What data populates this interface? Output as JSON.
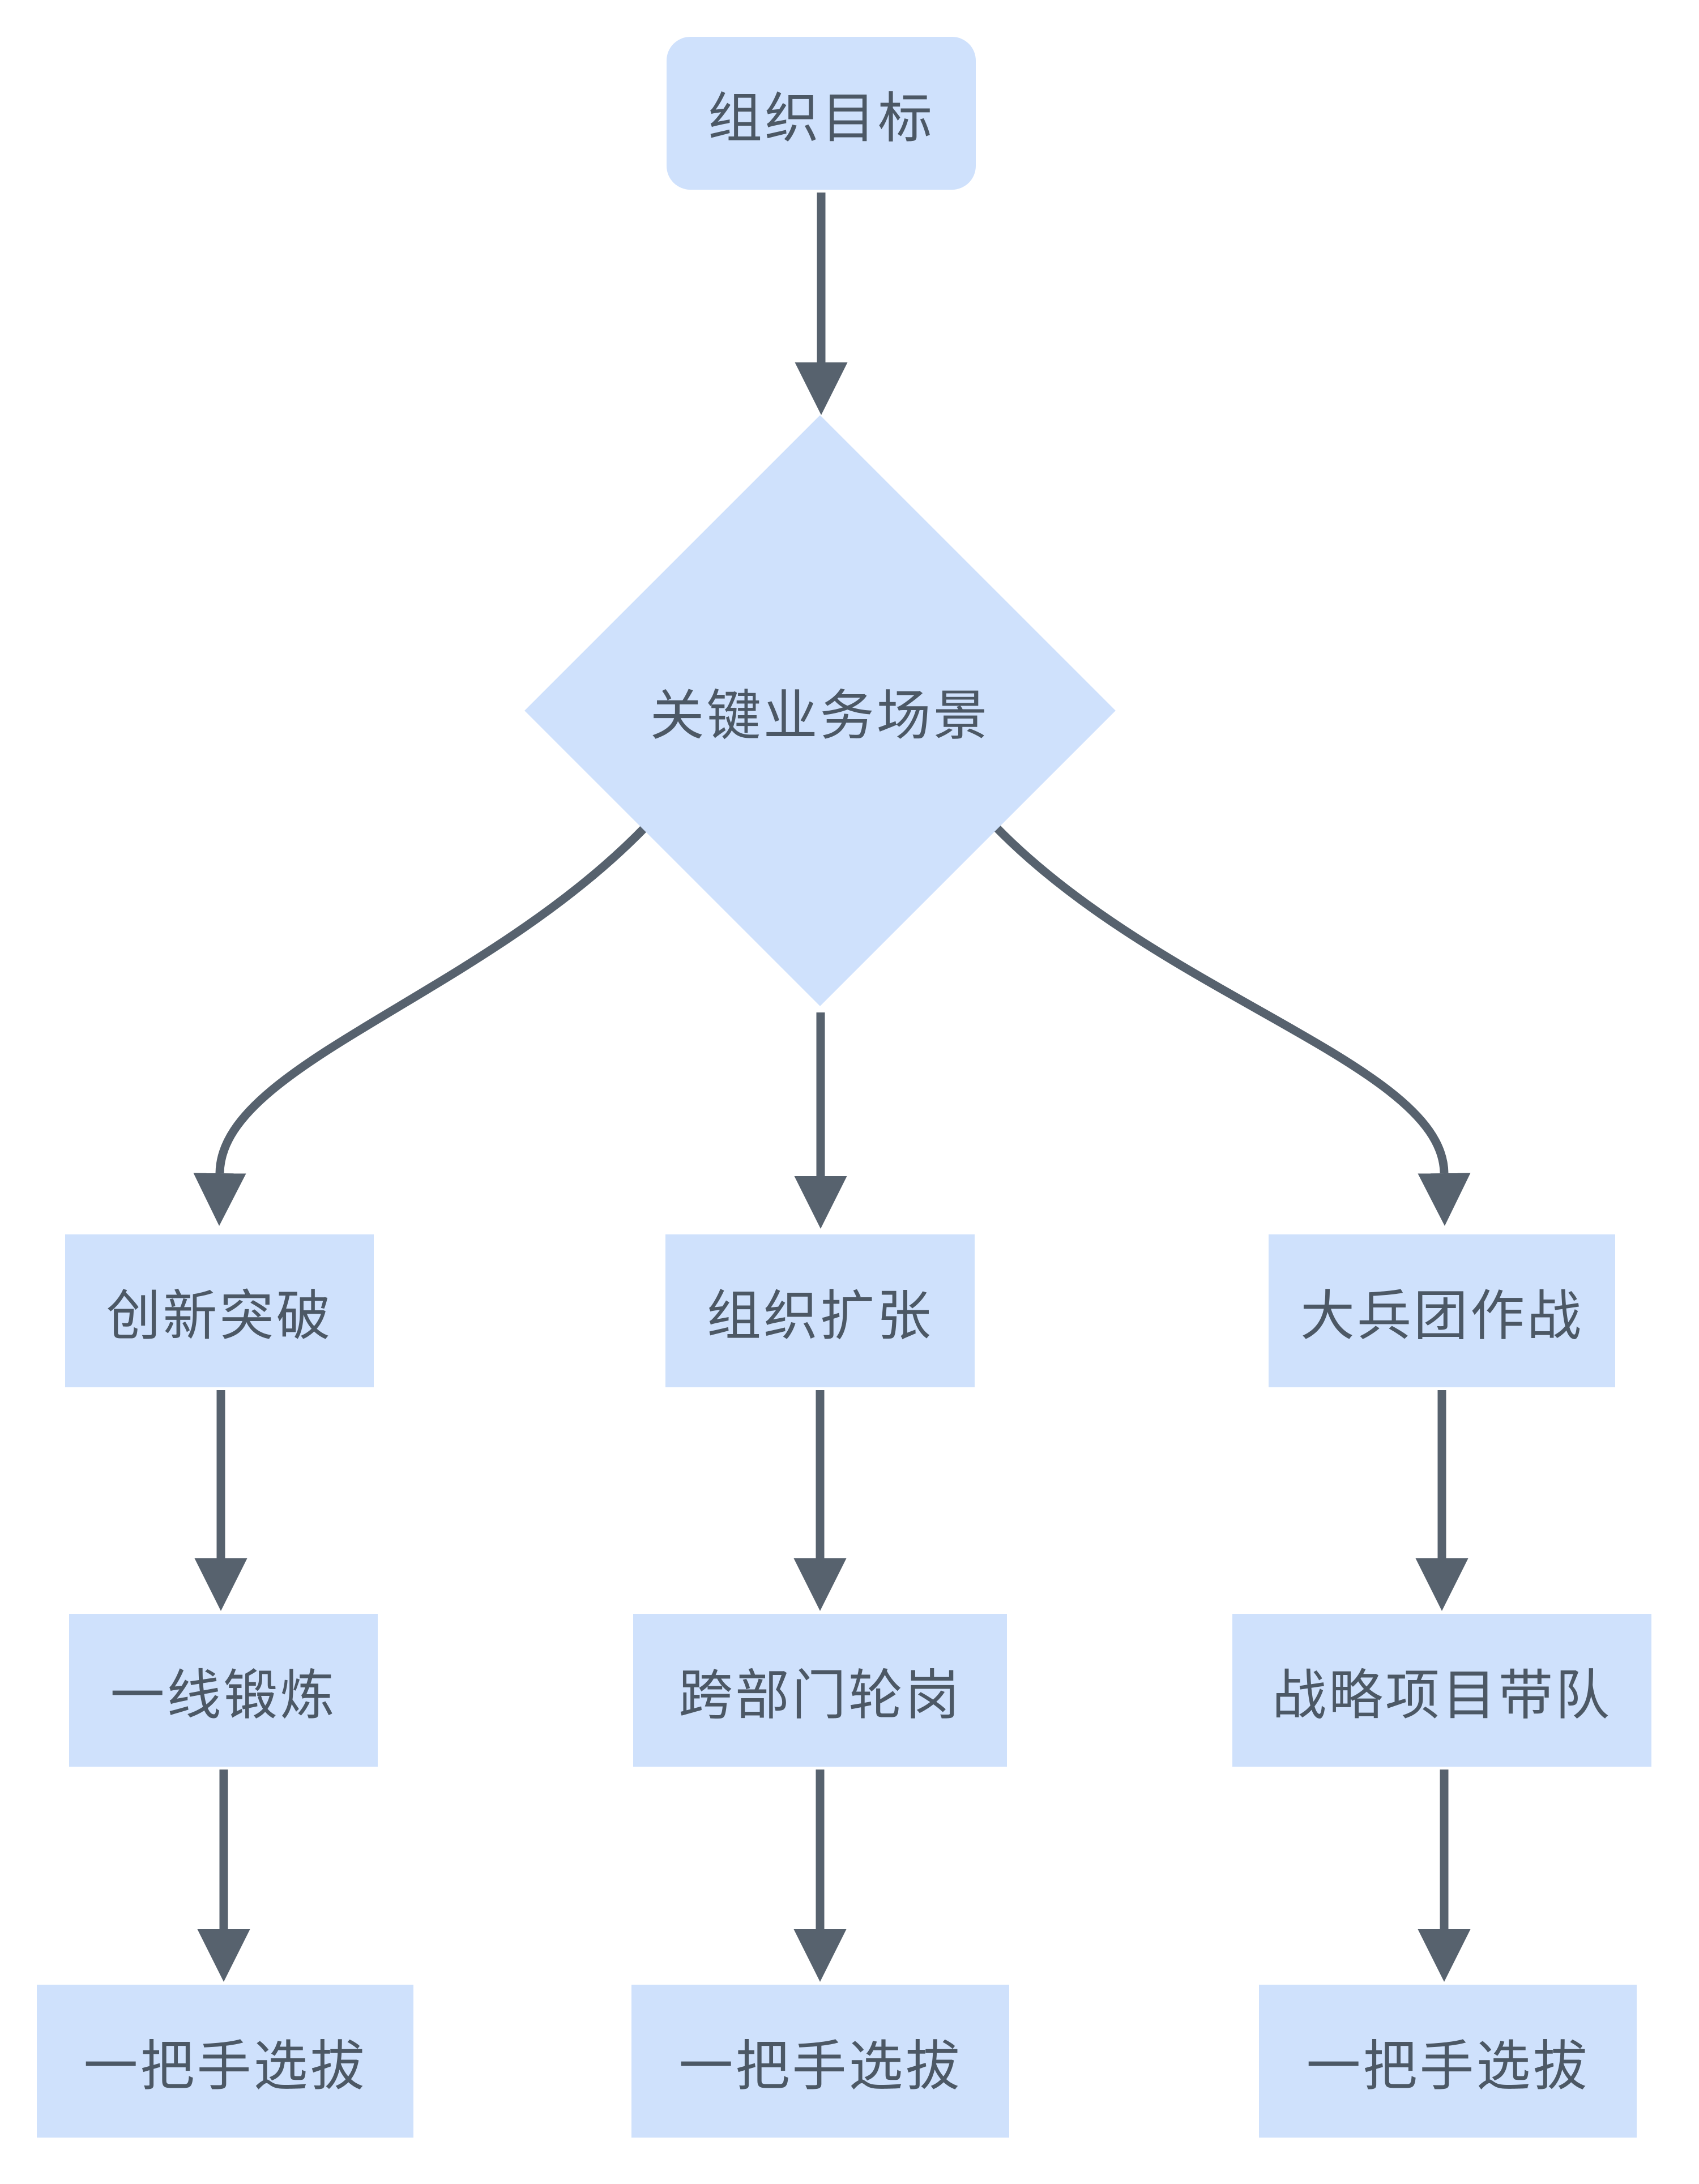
{
  "flowchart": {
    "root": {
      "label": "组织目标"
    },
    "decision": {
      "label": "关键业务场景"
    },
    "branches": [
      {
        "scenario": "创新突破",
        "development": "一线锻炼",
        "outcome": "一把手选拔"
      },
      {
        "scenario": "组织扩张",
        "development": "跨部门轮岗",
        "outcome": "一把手选拔"
      },
      {
        "scenario": "大兵团作战",
        "development": "战略项目带队",
        "outcome": "一把手选拔"
      }
    ],
    "colors": {
      "node_fill": "#cfe1fc",
      "node_text": "#4c5865",
      "connector": "#57626e",
      "background": "#ffffff"
    }
  }
}
